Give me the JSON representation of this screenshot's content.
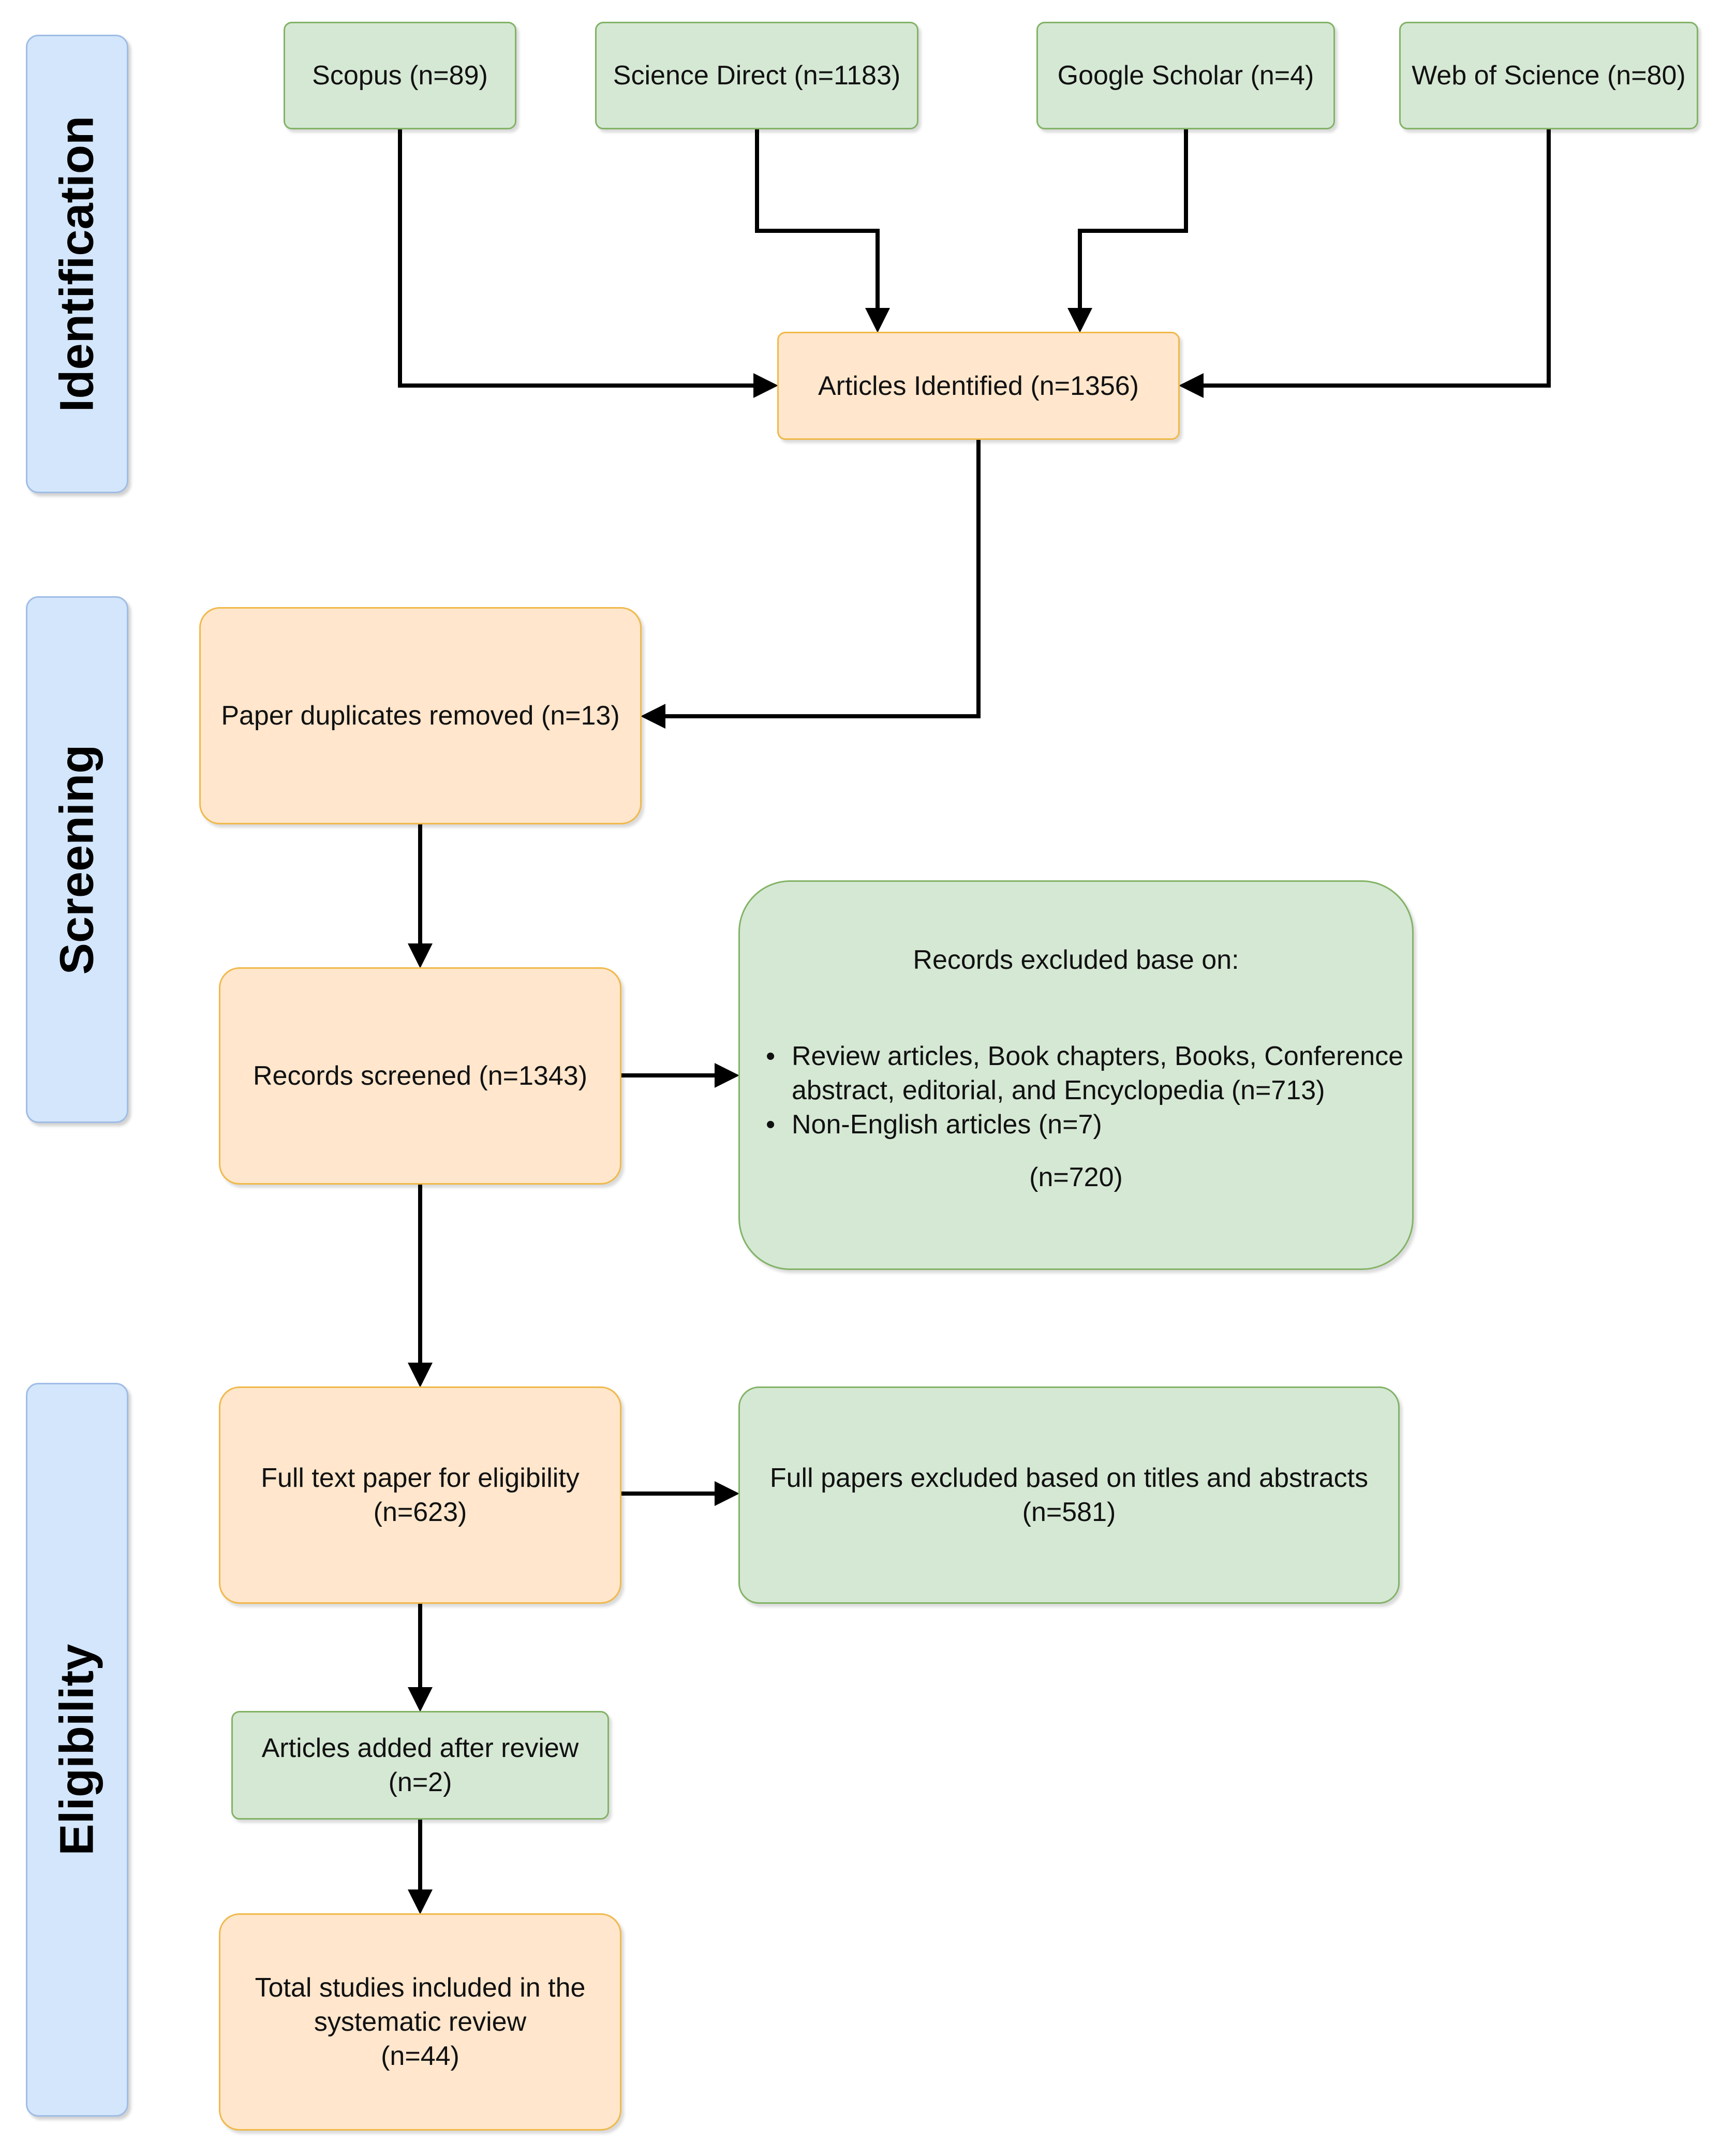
{
  "phases": {
    "identification": "Identification",
    "screening": "Screening",
    "eligibility": "Eligibility"
  },
  "sources": {
    "scopus": "Scopus (n=89)",
    "science_direct": "Science Direct (n=1183)",
    "google_scholar": "Google Scholar (n=4)",
    "web_of_science": "Web of Science (n=80)"
  },
  "identified": "Articles Identified (n=1356)",
  "duplicates_removed": "Paper duplicates removed (n=13)",
  "records_screened": "Records screened (n=1343)",
  "records_excluded": {
    "heading": "Records excluded base on:",
    "items": [
      "Review articles, Book chapters, Books, Conference abstract, editorial, and Encyclopedia (n=713)",
      "Non-English articles (n=7)"
    ],
    "total": "(n=720)"
  },
  "full_text": {
    "line1": "Full text paper for eligibility",
    "line2": "(n=623)"
  },
  "full_excluded": {
    "line1": "Full papers excluded based on titles and abstracts",
    "line2": "(n=581)"
  },
  "added_after_review": {
    "line1": "Articles added after review",
    "line2": "(n=2)"
  },
  "total_included": {
    "line1": "Total studies included in the",
    "line2": "systematic review",
    "line3": "(n=44)"
  },
  "colors": {
    "phase_fill": "#d4e6fb",
    "source_fill": "#d5e8d4",
    "process_fill": "#ffe6cc",
    "arrow": "#000000"
  }
}
